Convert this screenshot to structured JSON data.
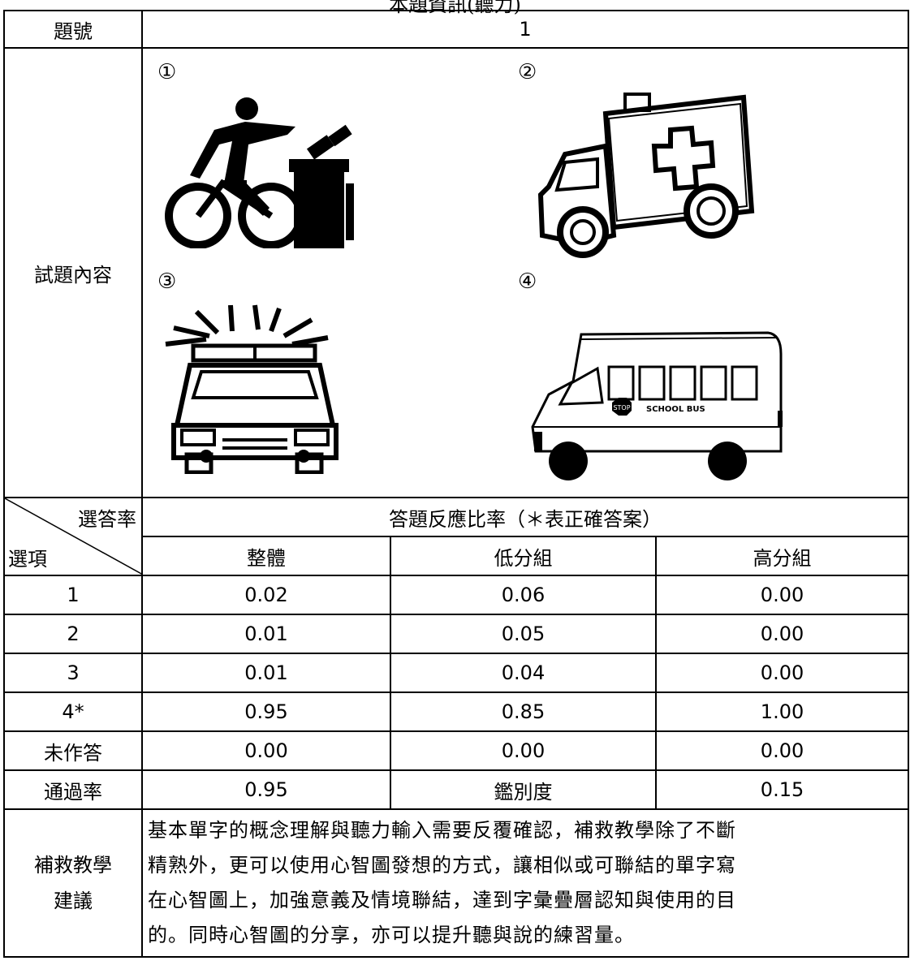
{
  "page_title_cut": "本題資訊(聽力)",
  "labels": {
    "item_no": "題號",
    "item_content": "試題內容",
    "choice_rate": "選答率",
    "option": "選項",
    "response_ratio": "答題反應比率（＊表正確答案）",
    "overall": "整體",
    "low_group": "低分組",
    "high_group": "高分組",
    "pass_rate": "通過率",
    "discrimination": "鑑別度",
    "remedial": "補救教學建議"
  },
  "item_number": "1",
  "options_marks": [
    "①",
    "②",
    "③",
    "④"
  ],
  "pictures": [
    "bicycle-recycling-icon",
    "ambulance-icon",
    "police-car-icon",
    "school-bus-icon"
  ],
  "school_bus_text": "SCHOOL BUS",
  "stop_sign_text": "STOP",
  "rows": [
    {
      "option": "1",
      "overall": "0.02",
      "low": "0.06",
      "high": "0.00"
    },
    {
      "option": "2",
      "overall": "0.01",
      "low": "0.05",
      "high": "0.00"
    },
    {
      "option": "3",
      "overall": "0.01",
      "low": "0.04",
      "high": "0.00"
    },
    {
      "option": "4*",
      "overall": "0.95",
      "low": "0.85",
      "high": "1.00"
    },
    {
      "option": "未作答",
      "overall": "0.00",
      "low": "0.00",
      "high": "0.00"
    }
  ],
  "pass_rate_value": "0.95",
  "discrimination_value": "0.15",
  "remedial_label_line1": "補救教學",
  "remedial_label_line2": "建議",
  "advice_lines": [
    "基本單字的概念理解與聽力輸入需要反覆確認，補救教學除了不斷",
    "精熟外，更可以使用心智圖發想的方式，讓相似或可聯結的單字寫",
    "在心智圖上，加強意義及情境聯結，達到字彙疊層認知與使用的目",
    "的。同時心智圖的分享，亦可以提升聽與說的練習量。"
  ]
}
